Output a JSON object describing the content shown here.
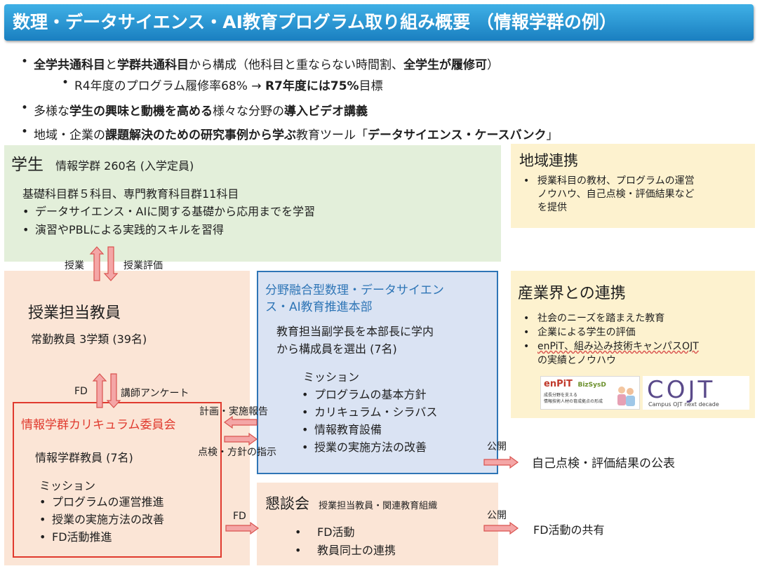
{
  "title": "数理・データサイエンス・AI教育プログラム取り組み概要 （情報学群の例）",
  "bullets": {
    "b1": {
      "p1": "全学共通科目",
      "p2": "と",
      "p3": "学群共通科目",
      "p4": "から構成（他科目と重ならない時間割、",
      "p5": "全学生が履修可",
      "p6": "）"
    },
    "b1sub": {
      "p1": "R4年度のプログラム履修率68% → ",
      "p2": "R7年度には75%",
      "p3": "目標"
    },
    "b2": {
      "p1": "多様な",
      "p2": "学生の興味と動機を高める",
      "p3": "様々な分野の",
      "p4": "導入ビデオ講義"
    },
    "b3": {
      "p1": "地域・企業の",
      "p2": "課題解決のための研究事例から学ぶ",
      "p3": "教育ツール「",
      "p4": "データサイエンス・ケースバンク",
      "p5": "」"
    }
  },
  "students": {
    "heading": "学生",
    "sub": "情報学群 260名 (入学定員)",
    "line1": "基礎科目群５科目、専門教育科目群11科目",
    "items": [
      "データサイエンス・AIに関する基礎から応用までを学習",
      "演習やPBLによる実践的スキルを習得"
    ]
  },
  "regional": {
    "heading": "地域連携",
    "items": [
      "授業科目の教材、プログラムの運営",
      "ノウハウ、自己点検・評価結果など",
      "を提供"
    ]
  },
  "arrows": {
    "class_label": "授業",
    "eval_label": "授業評価",
    "fd_label": "FD",
    "survey_label": "講師アンケート",
    "plan_label": "計画・実施報告",
    "instruct_label": "点検・方針の指示",
    "publish1": "公開",
    "publish2": "公開",
    "fd2_label": "FD"
  },
  "faculty": {
    "heading": "授業担当教員",
    "sub": "常勤教員 3学類 (39名)"
  },
  "hq": {
    "heading_l1": "分野融合型数理・データサイエン",
    "heading_l2": "ス・AI教育推進本部",
    "desc_l1": "教育担当副学長を本部長に学内",
    "desc_l2": "から構成員を選出 (7名)",
    "mission": "ミッション",
    "items": [
      "プログラムの基本方針",
      "カリキュラム・シラバス",
      "情報教育設備",
      "授業の実施方法の改善"
    ]
  },
  "industry": {
    "heading": "産業界との連携",
    "items": [
      "社会のニーズを踏まえた教育",
      "企業による学生の評価",
      "enPiT、組み込み技術キャンパスOJT",
      "の実績とノウハウ"
    ]
  },
  "logos": {
    "enpit": "enPiT",
    "bizsysd": "BizSysD",
    "enpit_sub1": "成長分野を支える",
    "enpit_sub2": "情報技術人材の育成拠点の形成",
    "cojt": "COJT",
    "cojt_sub": "Campus OJT next decade"
  },
  "committee": {
    "heading": "情報学群カリキュラム委員会",
    "sub": "情報学群教員 (7名)",
    "mission": "ミッション",
    "items": [
      "プログラムの運営推進",
      "授業の実施方法の改善",
      "FD活動推進"
    ]
  },
  "meeting": {
    "heading": "懇談会",
    "sub": "授業担当教員・関連教育組織",
    "items": [
      "FD活動",
      "教員同士の連携"
    ]
  },
  "outputs": {
    "self_eval": "自己点検・評価結果の公表",
    "fd_share": "FD活動の共有"
  },
  "colors": {
    "title_bg": "#1a7fc0",
    "arrow_fill": "#f4a6a6",
    "arrow_stroke": "#d9534f",
    "committee_border": "#e03a2e",
    "hq_border": "#2e75b6"
  }
}
